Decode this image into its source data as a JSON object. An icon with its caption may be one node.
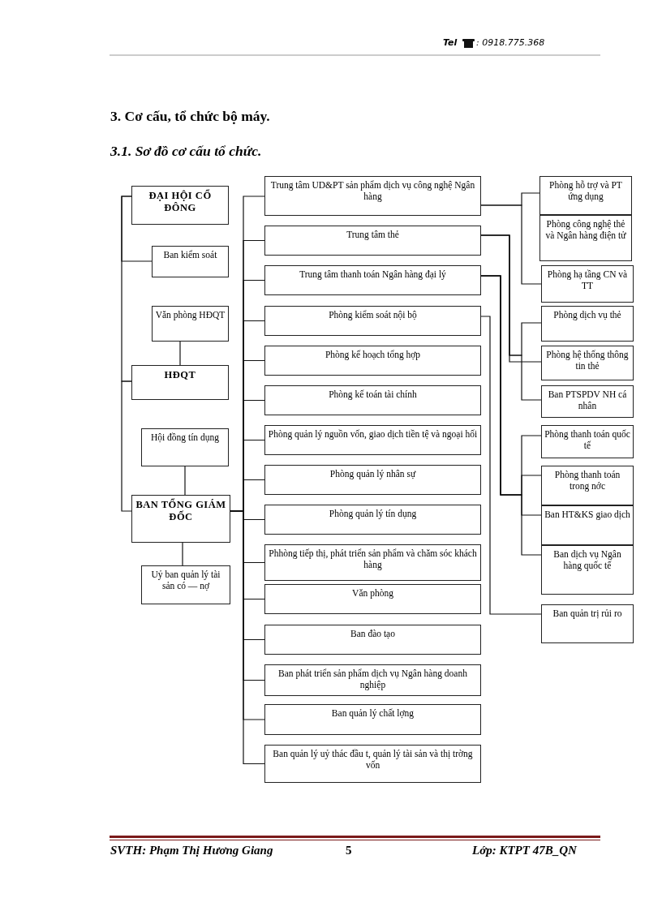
{
  "diagram": {
    "title": "3. Cơ cấu, tổ chức bộ máy.",
    "nodes": [
      {
        "text": [
          "ĐẠI HỘI CỔ ĐÔNG"
        ]
      },
      {
        "text": [
          "Ban kiểm soát"
        ]
      },
      {
        "text": [
          "Văn phòng HĐQT"
        ]
      },
      {
        "text": [
          "HĐQT"
        ]
      },
      {
        "text": [
          "Hội đồng tín dụng"
        ]
      },
      {
        "text": [
          "BAN TỔNG GIÁM ĐỐC"
        ]
      },
      {
        "text": [
          "Uỷ ban quản lý tài sản có — nợ"
        ]
      },
      {
        "text": [
          "Trung tâm UD&PT sản phẩm dịch vụ công nghệ Ngân hàng"
        ]
      },
      {
        "text": [
          "Trung tâm thẻ"
        ]
      },
      {
        "text": [
          "Trung tâm thanh toán Ngân hàng đại lý"
        ]
      },
      {
        "text": [
          "Phòng kiểm soát nội bộ"
        ]
      },
      {
        "text": [
          "Phòng kế hoạch tổng hợp"
        ]
      },
      {
        "text": [
          "Phòng kế toán tài chính"
        ]
      },
      {
        "text": [
          "Phòng quản lý nguồn vốn, giao dịch tiền tệ và ngoại hối"
        ]
      },
      {
        "text": [
          "Phòng quản lý nhân sự"
        ]
      },
      {
        "text": [
          "Phòng quản lý tín dụng"
        ]
      },
      {
        "text": [
          "Phhòng tiếp thị, phát triển sản phẩm và chăm sóc khách hàng"
        ]
      },
      {
        "text": [
          "Văn phòng"
        ]
      },
      {
        "text": [
          "Ban đào tạo"
        ]
      },
      {
        "text": [
          "Ban phát triển sản phẩm dịch vụ Ngân hàng doanh nghiệp"
        ]
      },
      {
        "text": [
          "Ban quản lý chất lợng"
        ]
      },
      {
        "text": [
          "Ban quản lý uỷ thác đầu t, quản lý tài sản và thị trờng vốn"
        ]
      },
      {
        "text": [
          "Phòng hỗ trợ và PT ứng dụng"
        ]
      },
      {
        "text": [
          "Phòng công nghệ thẻ và Ngân hàng điện tử"
        ]
      },
      {
        "text": [
          "Phòng hạ tầng CN và TT"
        ]
      },
      {
        "text": [
          "Phòng dịch vụ thẻ"
        ]
      },
      {
        "text": [
          "Phòng hệ thống thông tin thẻ"
        ]
      },
      {
        "text": [
          "Ban PTSPDV NH cá nhân"
        ]
      },
      {
        "text": [
          "Phòng thanh toán quốc tế"
        ]
      },
      {
        "text": [
          "Phòng thanh toán trong nớc"
        ]
      },
      {
        "text": [
          "Ban HT&KS giao dịch"
        ]
      },
      {
        "text": [
          "Ban dịch vụ Ngân hàng quốc tế"
        ]
      },
      {
        "text": [
          "Ban quản trị rủi ro"
        ]
      }
    ],
    "edges": [
      {
        "from": 0,
        "to": 1,
        "arrow": "none"
      },
      {
        "from": 0,
        "to": 3,
        "arrow": "none"
      },
      {
        "from": 3,
        "to": 5,
        "arrow": "none"
      },
      {
        "from": 2,
        "to": 3,
        "arrow": "none"
      },
      {
        "from": 4,
        "to": 5,
        "arrow": "none"
      },
      {
        "from": 5,
        "to": 6,
        "arrow": "none"
      },
      {
        "from": 5,
        "to": 7,
        "arrow": "none"
      },
      {
        "from": 5,
        "to": 8,
        "arrow": "none"
      },
      {
        "from": 5,
        "to": 9,
        "arrow": "none"
      },
      {
        "from": 5,
        "to": 10,
        "arrow": "none"
      },
      {
        "from": 5,
        "to": 11,
        "arrow": "none"
      },
      {
        "from": 5,
        "to": 12,
        "arrow": "none"
      },
      {
        "from": 5,
        "to": 13,
        "arrow": "none"
      },
      {
        "from": 5,
        "to": 14,
        "arrow": "none"
      },
      {
        "from": 5,
        "to": 15,
        "arrow": "none"
      },
      {
        "from": 5,
        "to": 16,
        "arrow": "none"
      },
      {
        "from": 5,
        "to": 17,
        "arrow": "none"
      },
      {
        "from": 5,
        "to": 18,
        "arrow": "none"
      },
      {
        "from": 5,
        "to": 19,
        "arrow": "none"
      },
      {
        "from": 5,
        "to": 20,
        "arrow": "none"
      },
      {
        "from": 5,
        "to": 21,
        "arrow": "none"
      },
      {
        "from": 7,
        "to": 22,
        "arrow": "none"
      },
      {
        "from": 7,
        "to": 24,
        "arrow": "none"
      },
      {
        "from": 8,
        "to": 25,
        "arrow": "none"
      },
      {
        "from": 8,
        "to": 26,
        "arrow": "none"
      },
      {
        "from": 8,
        "to": 27,
        "arrow": "none"
      },
      {
        "from": 9,
        "to": 28,
        "arrow": "none"
      },
      {
        "from": 9,
        "to": 29,
        "arrow": "none"
      },
      {
        "from": 9,
        "to": 30,
        "arrow": "none"
      },
      {
        "from": 9,
        "to": 31,
        "arrow": "none"
      },
      {
        "from": 10,
        "to": 32,
        "arrow": "none"
      }
    ],
    "labels": [
      "Tel",
      ": 0918.775.368",
      "3.1. Sơ đồ cơ cấu tổ chức.",
      "SVTH:  Phạm Thị Hương Giang",
      "5",
      "Lớp:  KTPT 47B_QN"
    ]
  }
}
